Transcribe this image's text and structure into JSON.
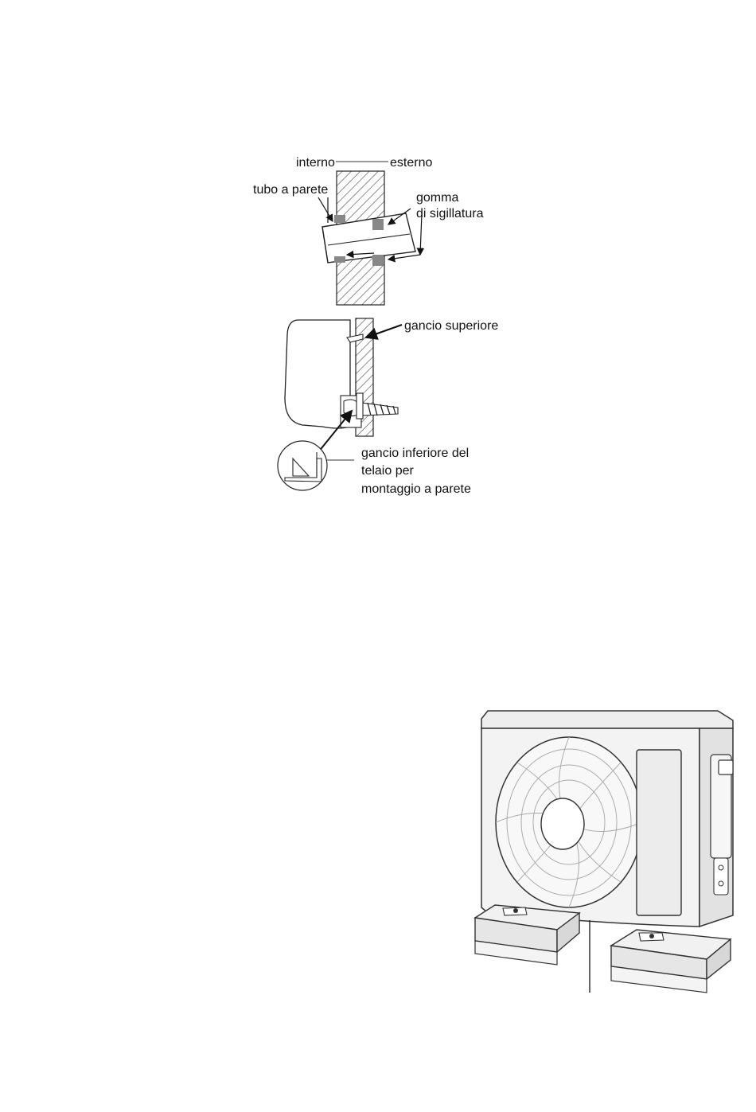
{
  "wall_pipe_diagram": {
    "labels": {
      "inside": "interno",
      "outside": "esterno",
      "wall_pipe": "tubo a parete",
      "sealing_rubber_line1": "gomma",
      "sealing_rubber_line2": "di sigillatura"
    }
  },
  "hook_diagram": {
    "labels": {
      "upper_hook": "gancio superiore",
      "lower_hook_line1": "gancio inferiore del",
      "lower_hook_line2": "telaio per",
      "lower_hook_line3": "montaggio a parete"
    }
  },
  "outdoor_unit": {
    "icon": "outdoor-ac-unit-on-feet-illustration"
  }
}
